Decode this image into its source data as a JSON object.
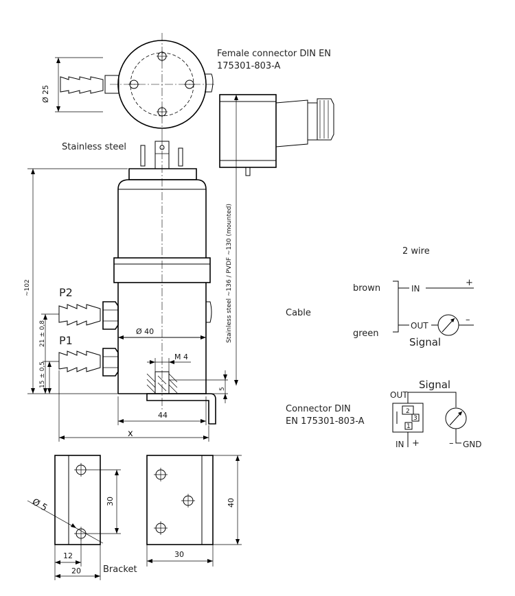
{
  "labels": {
    "connector_title_line1": "Female connector DIN EN",
    "connector_title_line2": "175301-803-A",
    "stainless_steel": "Stainless steel",
    "p2": "P2",
    "p1": "P1",
    "bracket": "Bracket",
    "two_wire": "2 wire",
    "cable": "Cable",
    "brown": "brown",
    "green": "green",
    "in": "IN",
    "out": "OUT",
    "plus": "+",
    "minus": "–",
    "signal": "Signal",
    "connector_din_line1": "Connector DIN",
    "connector_din_line2": "EN 175301-803-A",
    "gnd": "GND",
    "pin1": "1",
    "pin2": "2",
    "pin3": "3"
  },
  "dimensions": {
    "dia25": "Ø 25",
    "dia40": "Ø 40",
    "len102": "~102",
    "len21": "21 ± 0,8",
    "len15": "15 ± 0,5",
    "m4": "M 4",
    "d5": "5",
    "d44": "44",
    "x": "x",
    "vertical_note": "Stainless steel ~136 / PVDF ~130 (mounted)",
    "bracket_hole": "Ø 5",
    "d30_left": "30",
    "d40": "40",
    "d12": "12",
    "d20": "20",
    "d30_bottom": "30"
  }
}
